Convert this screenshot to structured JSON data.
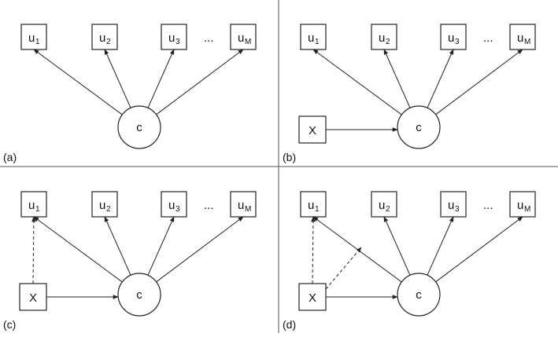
{
  "panels": [
    {
      "id": "a",
      "label": "(a)",
      "has_x": false,
      "direct_effect": false,
      "moderation": false
    },
    {
      "id": "b",
      "label": "(b)",
      "has_x": true,
      "direct_effect": false,
      "moderation": false
    },
    {
      "id": "c",
      "label": "(c)",
      "has_x": true,
      "direct_effect": true,
      "moderation": false
    },
    {
      "id": "d",
      "label": "(d)",
      "has_x": true,
      "direct_effect": true,
      "moderation": true
    }
  ],
  "indicators": [
    {
      "base": "u",
      "sub": "1"
    },
    {
      "base": "u",
      "sub": "2"
    },
    {
      "base": "u",
      "sub": "3"
    },
    {
      "base": "u",
      "sub": "M"
    }
  ],
  "ellipsis": "...",
  "latent_label": "c",
  "covariate_label": "X"
}
